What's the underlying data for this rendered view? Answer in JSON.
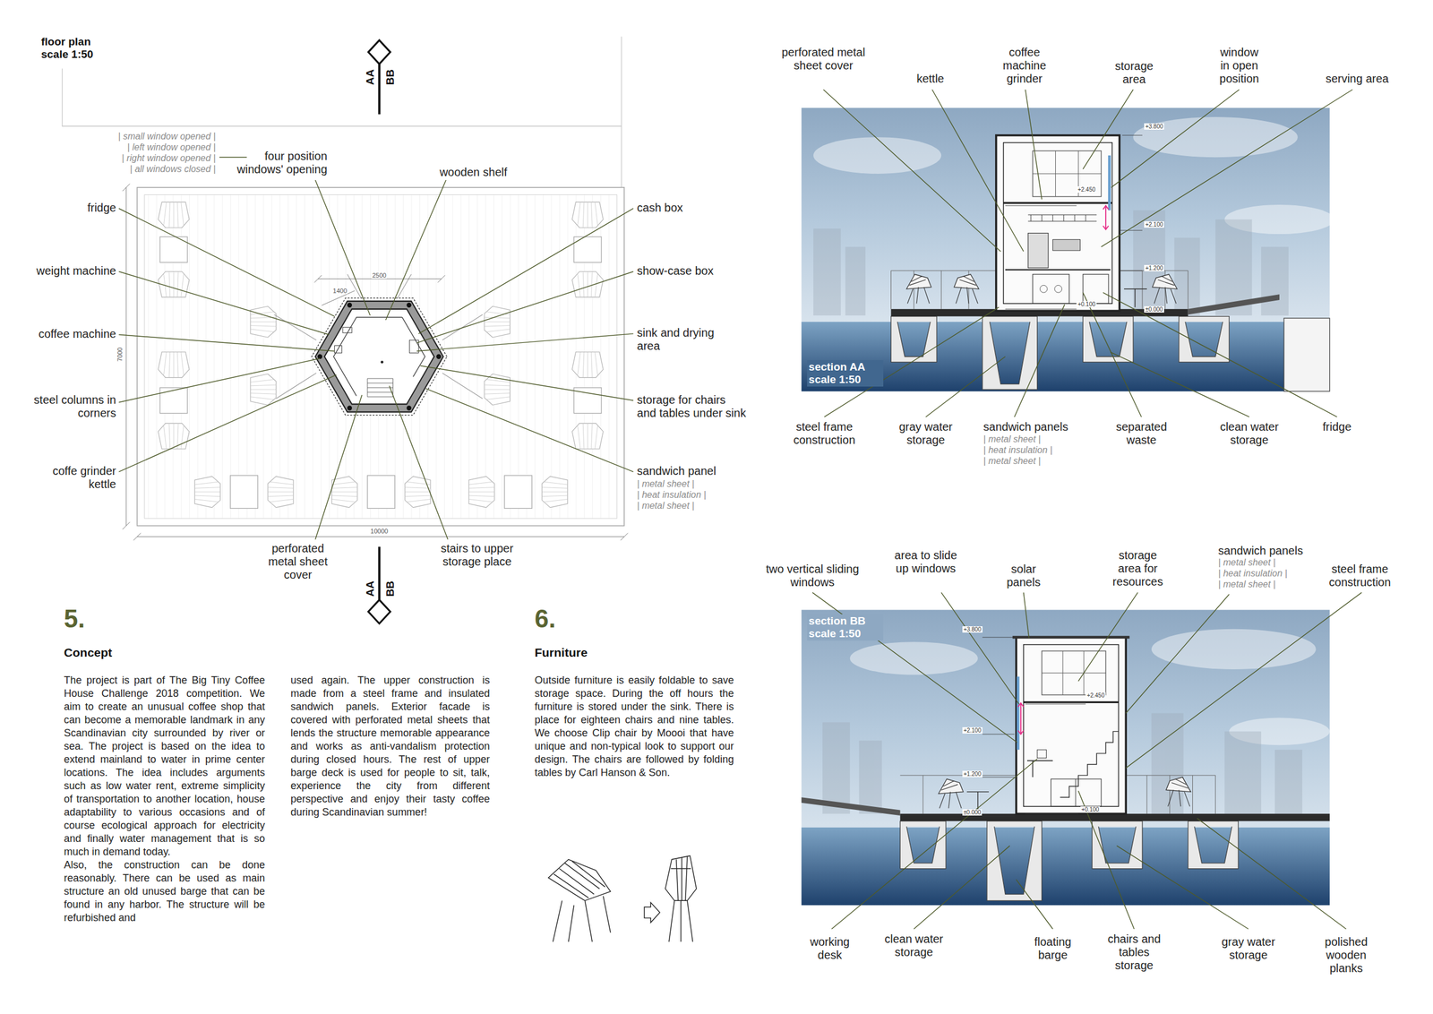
{
  "diagram": {
    "labels": [
      "floor plan scale 1:50",
      "| small window opened |",
      "| left window opened |",
      "| right window opened |",
      "| all windows closed |",
      "four position windows' opening",
      "wooden shelf",
      "fridge",
      "weight machine",
      "coffee machine",
      "steel columns in corners",
      "coffe grinder kettle",
      "cash box",
      "show-case box",
      "sink and drying area",
      "storage for chairs and tables under sink",
      "sandwich panel",
      "| metal sheet |",
      "| heat insulation |",
      "| metal sheet |",
      "perforated metal sheet cover",
      "stairs to upper storage place",
      "2500",
      "1400",
      "7000",
      "10000",
      "AA",
      "BB",
      "AA",
      "BB",
      "perforated metal sheet cover",
      "kettle",
      "coffee machine grinder",
      "storage area",
      "window in open position",
      "serving area",
      "steel frame construction",
      "gray water storage",
      "sandwich panels",
      "| metal sheet |",
      "| heat insulation |",
      "| metal sheet |",
      "separated waste",
      "clean water storage",
      "fridge",
      "section AA scale 1:50",
      "+3.800",
      "+2.450",
      "+2.100",
      "+1.200",
      "+0.100",
      "±0.000",
      "two vertical sliding windows",
      "area to slide up windows",
      "solar panels",
      "storage area for resources",
      "sandwich panels",
      "| metal sheet |",
      "| heat insulation |",
      "| metal sheet |",
      "steel frame construction",
      "working desk",
      "clean water storage",
      "floating barge",
      "chairs and tables storage",
      "gray water storage",
      "polished wooden planks",
      "section BB scale 1:50",
      "+3.800",
      "+2.450",
      "+2.100",
      "+1.200",
      "+0.100",
      "±0.000",
      "5.",
      "Concept",
      "The project is part of The Big Tiny Coffee House Challenge 2018 competition. We aim to create an unusual coffee shop that can become a memorable landmark in any Scandinavian city surrounded by river or sea. The project is based on the idea to extend mainland to water in prime center locations. The idea includes arguments such as low water rent, extreme simplicity of transportation to another location, house adaptability to various occasions and of course ecological approach for electricity and finally water management that is so much in demand today.",
      "Also, the construction can be done reasonably. There can be used as main structure an old unused barge that can be found in any harbor. The structure will be refurbished and",
      "used again. The upper construction is made from a steel frame and insulated sandwich panels. Exterior facade is covered with perforated metal sheets that lends the structure memorable appearance and works as anti-vandalism protection during closed hours. The rest of upper barge deck is used for people to sit, talk, experience the city from different perspective and enjoy their tasty coffee during Scandinavian summer!",
      "6.",
      "Furniture",
      "Outside furniture is easily foldable to save storage space. During the off hours the furniture is stored under the sink. There is place for eighteen chairs and nine tables. We choose Clip chair by Moooi that have unique and non-typical look to support our design. The chairs are followed by folding tables by Carl Hanson & Son."
    ]
  }
}
